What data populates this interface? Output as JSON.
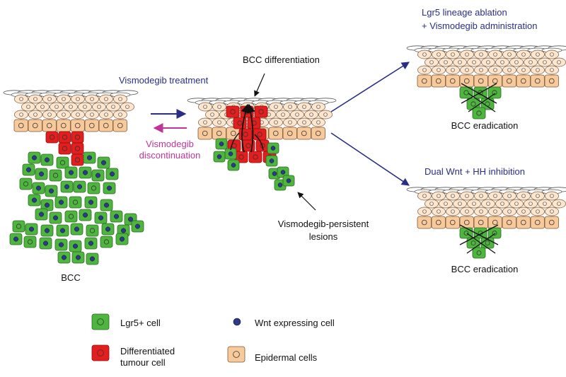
{
  "colors": {
    "epidermal_fill": "#f8c99a",
    "epidermal_stroke": "#7a5a3a",
    "lgr5_fill": "#4eb53e",
    "lgr5_stroke": "#2d6a22",
    "tumour_fill": "#e31e1e",
    "tumour_stroke": "#8a0f0f",
    "wnt_dot": "#2b3a8f",
    "treatment_arrow": "#2a2e86",
    "discontinuation_arrow": "#c0349a"
  },
  "labels": {
    "bcc": "BCC",
    "vismodegib_treatment": "Vismodegib treatment",
    "vismodegib_discontinuation_line1": "Vismodegib",
    "vismodegib_discontinuation_line2": "discontinuation",
    "bcc_differentiation": "BCC differentiation",
    "vismodegib_persistent_line1": "Vismodegib-persistent",
    "vismodegib_persistent_line2": "lesions",
    "lgr5_ablation_line1": "Lgr5 lineage ablation",
    "lgr5_ablation_line2": "+ Vismodegib administration",
    "bcc_eradication_top": "BCC eradication",
    "dual_inhibition": "Dual Wnt + HH  inhibition",
    "bcc_eradication_bottom": "BCC eradication"
  },
  "legend": {
    "lgr5_cell": "Lgr5+ cell",
    "wnt_cell": "Wnt expressing cell",
    "differentiated_line1": "Differentiated",
    "differentiated_line2": "tumour cell",
    "epidermal_cells": "Epidermal  cells"
  }
}
